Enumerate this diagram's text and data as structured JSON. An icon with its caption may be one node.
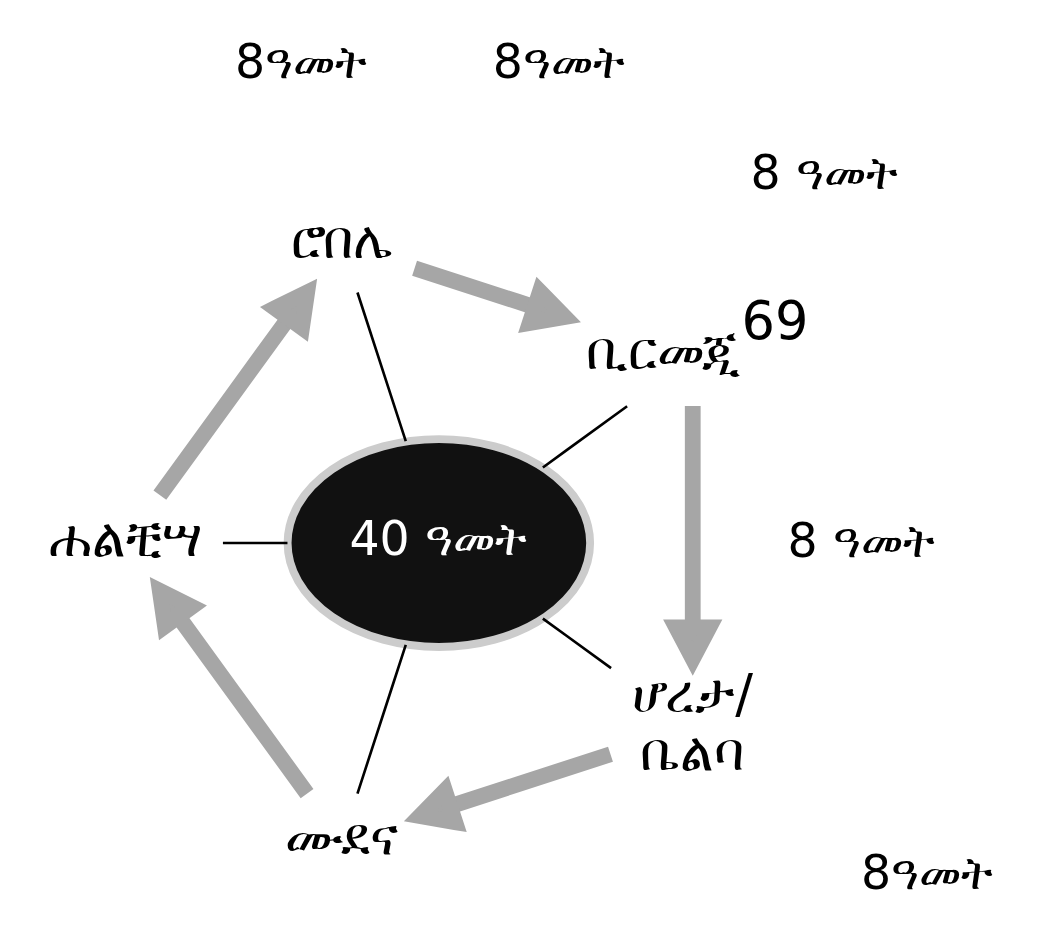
{
  "diagram": {
    "nodes": [
      {
        "text": [
          "40 ዓመት"
        ]
      },
      {
        "text": [
          "ቢርመጂ$^{69}$"
        ]
      },
      {
        "text": [
          "ሮበሌ"
        ]
      },
      {
        "text": [
          "ሐልቺሣ"
        ]
      },
      {
        "text": [
          "ሙደና"
        ]
      },
      {
        "text": [
          "ሆረታ/",
          "ቤልባ"
        ]
      }
    ],
    "edges": [
      {
        "from": 0,
        "to": 1,
        "arrow": "none"
      },
      {
        "from": 0,
        "to": 2,
        "arrow": "none"
      },
      {
        "from": 0,
        "to": 3,
        "arrow": "none"
      },
      {
        "from": 0,
        "to": 4,
        "arrow": "none"
      },
      {
        "from": 0,
        "to": 5,
        "arrow": "none"
      },
      {
        "from": 2,
        "to": 1,
        "arrow": "to",
        "style": "thick",
        "color": "#a6a6a6"
      },
      {
        "from": 1,
        "to": 5,
        "arrow": "to",
        "style": "thick",
        "color": "#a6a6a6"
      },
      {
        "from": 5,
        "to": 4,
        "arrow": "to",
        "style": "thick",
        "color": "#a6a6a6"
      },
      {
        "from": 4,
        "to": 3,
        "arrow": "to",
        "style": "thick",
        "color": "#a6a6a6"
      },
      {
        "from": 3,
        "to": 2,
        "arrow": "to",
        "style": "thick",
        "color": "#a6a6a6"
      }
    ],
    "labels": [
      "8ዓመት",
      "8 ዓመት",
      "8 ዓመት",
      "8ዓመት",
      "8ዓመት"
    ]
  }
}
